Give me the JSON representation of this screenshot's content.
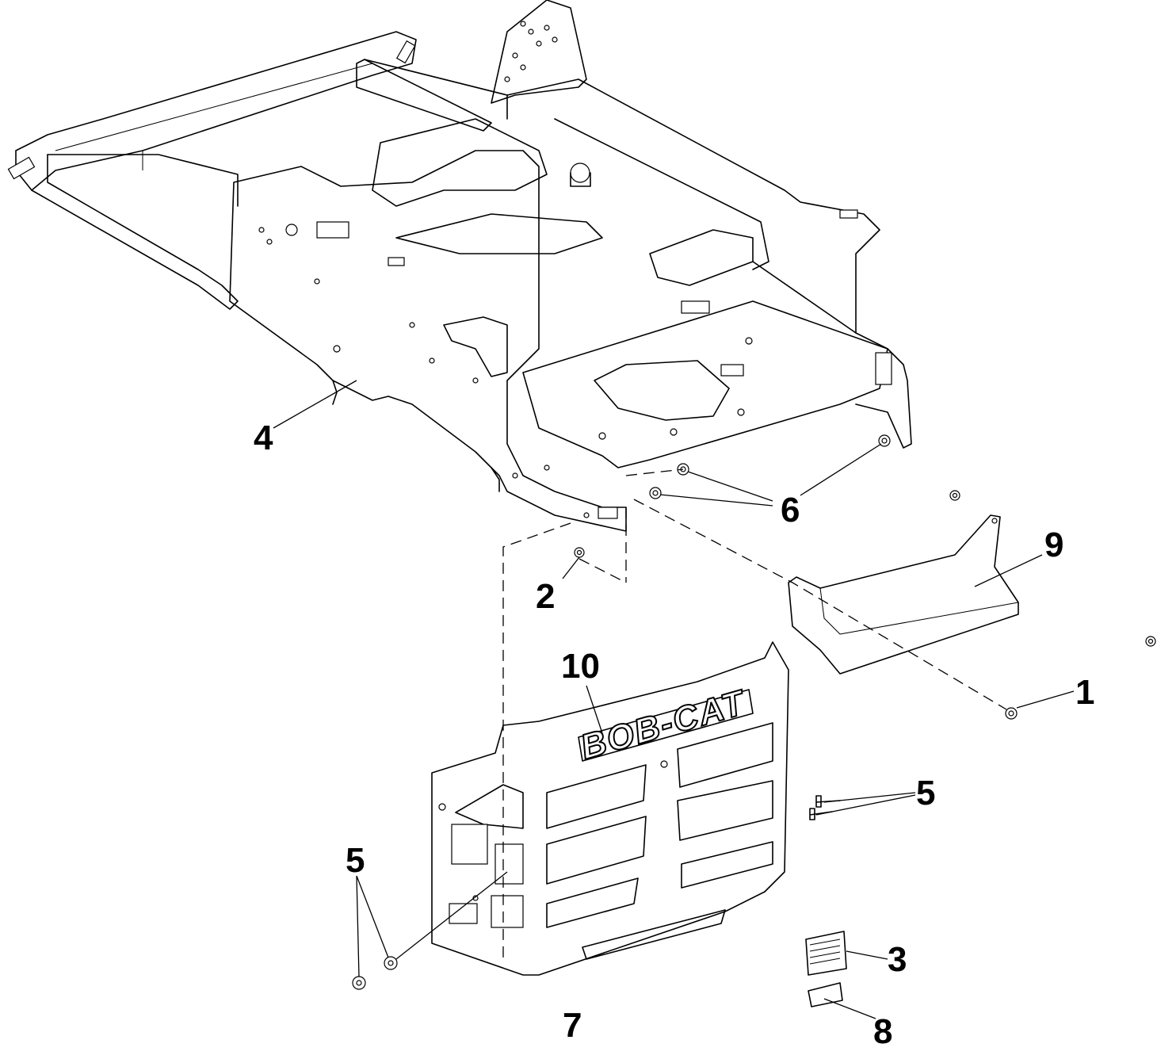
{
  "diagram": {
    "callouts": {
      "c1": "1",
      "c2": "2",
      "c3": "3",
      "c4": "4",
      "c5a": "5",
      "c5b": "5",
      "c6": "6",
      "c7": "7",
      "c8": "8",
      "c9": "9",
      "c10": "10"
    },
    "logo": "BOB-CAT"
  }
}
